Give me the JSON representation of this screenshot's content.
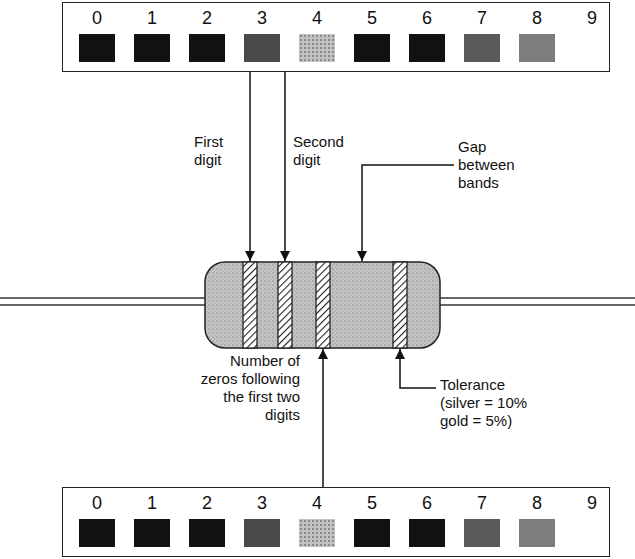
{
  "diagram": {
    "nodes": [
      {
        "text": [
          "0",
          "1",
          "2",
          "3",
          "4",
          "5",
          "6",
          "7",
          "8",
          "9"
        ]
      },
      {
        "text": [
          "0",
          "1",
          "2",
          "3",
          "4",
          "5",
          "6",
          "7",
          "8",
          "9"
        ]
      }
    ],
    "labels": [
      "First digit",
      "Second digit",
      "Gap between bands",
      "Number of zeros following the first two digits",
      "Tolerance (silver = 10% gold = 5%)"
    ]
  }
}
